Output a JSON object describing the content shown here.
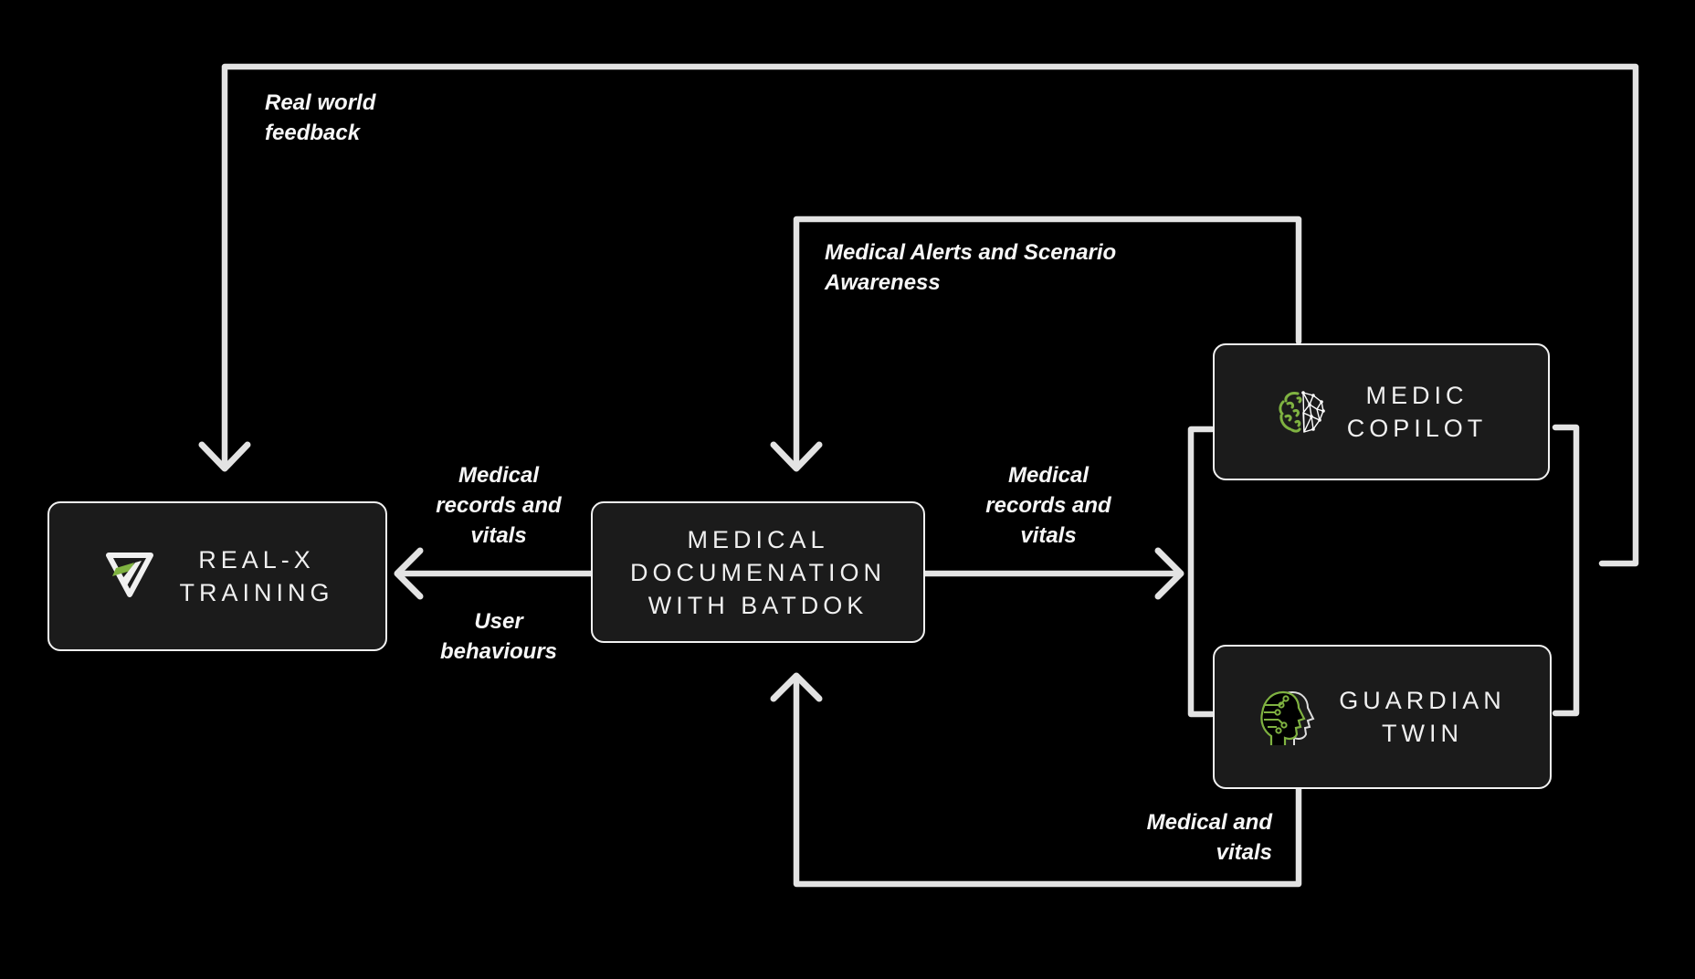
{
  "colors": {
    "background": "#000000",
    "wire": "#e3e3e3",
    "node_fill": "#1b1b1b",
    "node_border": "#f2f2f2",
    "node_text": "#f0f0f0",
    "label_text": "#f7f7f7",
    "accent_green": "#7fb241"
  },
  "nodes": {
    "realx": {
      "icon": "realx-logo-icon",
      "lines": [
        "REAL-X",
        "TRAINING"
      ]
    },
    "batdok": {
      "lines": [
        "MEDICAL",
        "DOCUMENATION",
        "WITH BATDOK"
      ]
    },
    "medic_copilot": {
      "icon": "brain-icon",
      "lines": [
        "MEDIC",
        "COPILOT"
      ]
    },
    "guardian_twin": {
      "icon": "twin-heads-icon",
      "lines": [
        "GUARDIAN",
        "TWIN"
      ]
    }
  },
  "edge_labels": {
    "real_world_feedback": {
      "lines": [
        "Real world",
        "feedback"
      ]
    },
    "medical_alerts": {
      "lines": [
        "Medical Alerts and Scenario",
        "Awareness"
      ]
    },
    "records_vitals_left": {
      "lines": [
        "Medical",
        "records and",
        "vitals"
      ]
    },
    "user_behaviours": {
      "lines": [
        "User",
        "behaviours"
      ]
    },
    "records_vitals_right": {
      "lines": [
        "Medical",
        "records and",
        "vitals"
      ]
    },
    "medical_and_vitals": {
      "lines": [
        "Medical and",
        "vitals"
      ]
    }
  }
}
